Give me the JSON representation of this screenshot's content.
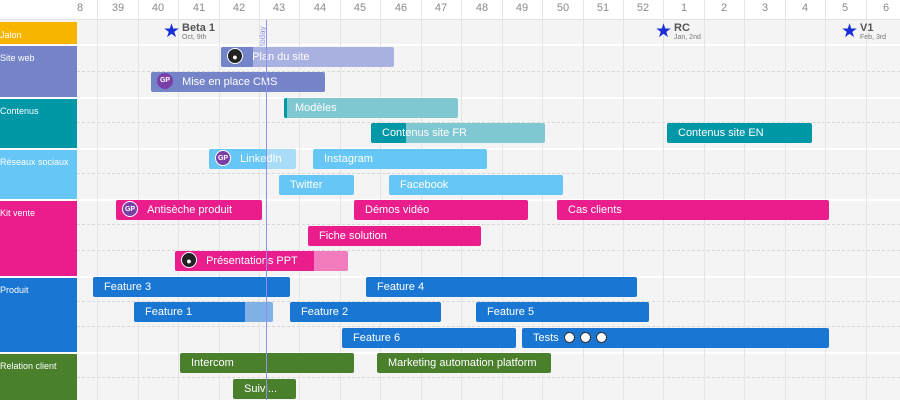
{
  "weeks": [
    "8",
    "39",
    "40",
    "41",
    "42",
    "43",
    "44",
    "45",
    "46",
    "47",
    "48",
    "49",
    "50",
    "51",
    "52",
    "1",
    "2",
    "3",
    "4",
    "5",
    "6"
  ],
  "today_label": "today",
  "colors": {
    "jalon": "#f7b500",
    "site_web": "#7584c9",
    "contenus": "#0097a7",
    "reseaux": "#66c6f5",
    "kit_vente": "#e91e8c",
    "produit": "#1976d2",
    "relation_client": "#4a7f2c",
    "milestone_star": "#1a2fd8",
    "today_line": "#8f8ff2"
  },
  "lanes": [
    {
      "name": "Jalon"
    },
    {
      "name": "Site web"
    },
    {
      "name": "Contenus"
    },
    {
      "name": "Réseaux sociaux"
    },
    {
      "name": "Kit vente"
    },
    {
      "name": "Produit"
    },
    {
      "name": "Relation client"
    }
  ],
  "milestones": [
    {
      "name": "Beta 1",
      "date": "Oct, 9th",
      "icon": "star-icon"
    },
    {
      "name": "RC",
      "date": "Jan, 2nd",
      "icon": "star-icon"
    },
    {
      "name": "V1",
      "date": "Feb, 3rd",
      "icon": "star-icon"
    }
  ],
  "tasks": [
    {
      "label": "Plan du site",
      "avatar": "face-avatar"
    },
    {
      "label": "Mise en place CMS",
      "avatar": "GP"
    },
    {
      "label": "Modèles"
    },
    {
      "label": "Contenus site FR"
    },
    {
      "label": "Contenus site EN"
    },
    {
      "label": "LinkedIn",
      "avatar": "GP"
    },
    {
      "label": "Instagram"
    },
    {
      "label": "Twitter"
    },
    {
      "label": "Facebook"
    },
    {
      "label": "Antisèche produit",
      "avatar": "GP"
    },
    {
      "label": "Démos vidéo"
    },
    {
      "label": "Cas clients"
    },
    {
      "label": "Fiche solution"
    },
    {
      "label": "Présentations PPT",
      "avatar": "face-avatar"
    },
    {
      "label": "Feature 3"
    },
    {
      "label": "Feature 4"
    },
    {
      "label": "Feature 1"
    },
    {
      "label": "Feature 2"
    },
    {
      "label": "Feature 5"
    },
    {
      "label": "Feature 6"
    },
    {
      "label": "Tests",
      "icon": "database-icon"
    },
    {
      "label": "Intercom"
    },
    {
      "label": "Marketing automation platform"
    },
    {
      "label": "Suivi..."
    }
  ]
}
